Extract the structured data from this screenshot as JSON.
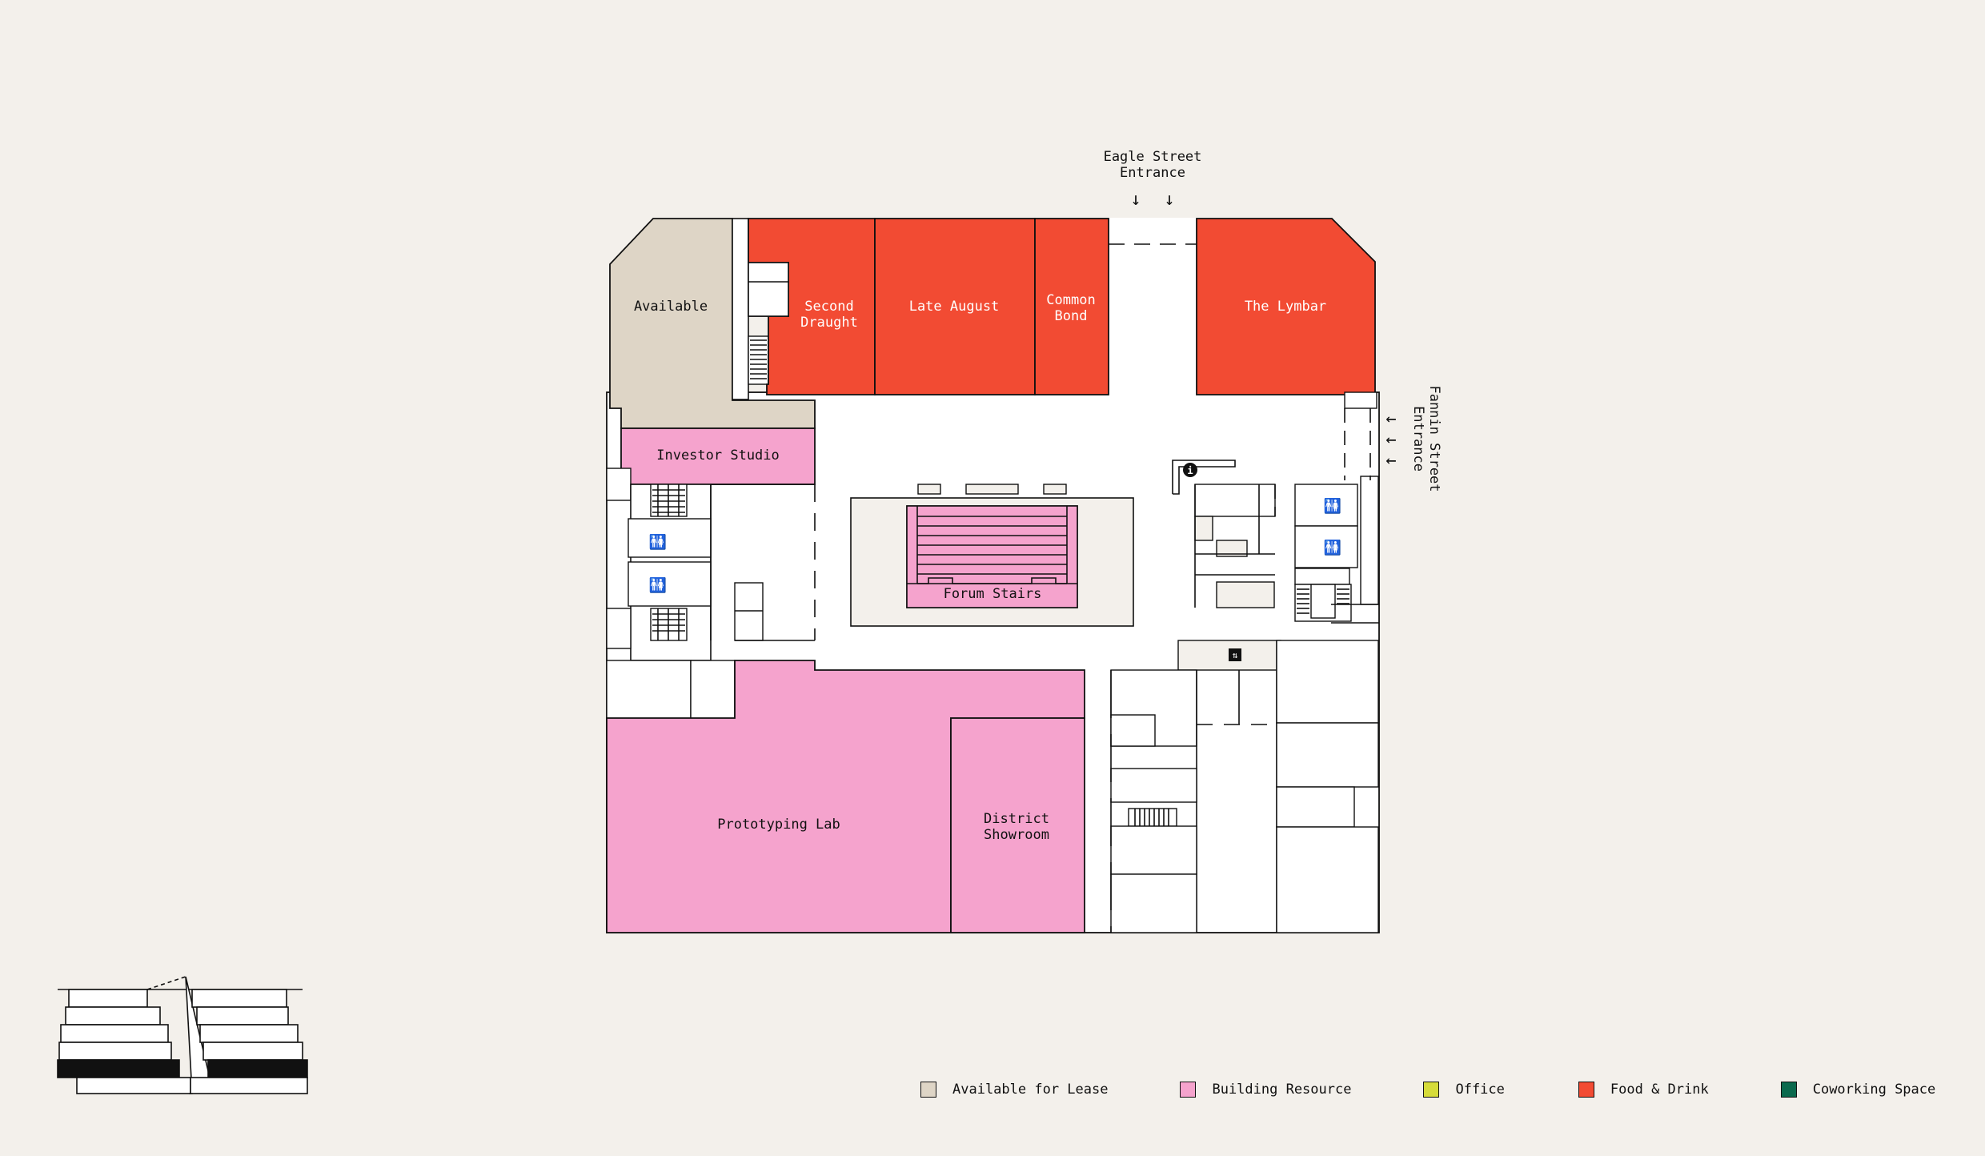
{
  "entrances": {
    "eagle": {
      "line1": "Eagle Street",
      "line2": "Entrance",
      "arrows": "↓  ↓"
    },
    "fannin": {
      "line1": "Fannin Street",
      "line2": "Entrance",
      "arrow": "←"
    }
  },
  "rooms": {
    "available": "Available",
    "second_draught_1": "Second",
    "second_draught_2": "Draught",
    "late_august": "Late August",
    "common_bond_1": "Common",
    "common_bond_2": "Bond",
    "the_lymbar": "The Lymbar",
    "investor_studio": "Investor Studio",
    "forum_stairs": "Forum Stairs",
    "prototyping_lab": "Prototyping Lab",
    "district_showroom_1": "District",
    "district_showroom_2": "Showroom"
  },
  "legend": [
    {
      "label": "Available for Lease",
      "color": "#ded5c6"
    },
    {
      "label": "Building Resource",
      "color": "#f5a3cd"
    },
    {
      "label": "Office",
      "color": "#d6dc3a"
    },
    {
      "label": "Food & Drink",
      "color": "#f24b33"
    },
    {
      "label": "Coworking Space",
      "color": "#0b6a4e"
    }
  ],
  "colors": {
    "background": "#f3f0eb",
    "available": "#ded5c6",
    "resource": "#f5a3cd",
    "food": "#f24b33",
    "floor": "#ffffff"
  },
  "icons": [
    "info-icon",
    "restroom-icon",
    "elevator-icon",
    "stairs-icon",
    "building-section-icon"
  ]
}
